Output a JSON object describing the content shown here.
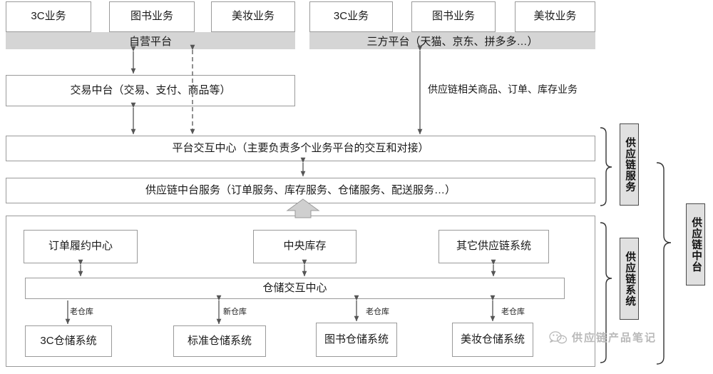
{
  "diagram": {
    "title": "供应链中台架构图",
    "colors": {
      "box_border": "#9a9a9a",
      "gray_bar": "#d5d5d5",
      "vertical_label_fill": "#e0e0e0",
      "vertical_label_border": "#4a4a4a",
      "arrow": "#555555",
      "block_arrow_fill": "#cfcfcf",
      "watermark": "#b9b9b9",
      "text": "#1a1a1a"
    }
  },
  "self_operated": {
    "businesses": [
      {
        "label": "3C业务"
      },
      {
        "label": "图书业务"
      },
      {
        "label": "美妆业务"
      }
    ],
    "platform_bar": "自营平台"
  },
  "third_party": {
    "businesses": [
      {
        "label": "3C业务"
      },
      {
        "label": "图书业务"
      },
      {
        "label": "美妆业务"
      }
    ],
    "platform_bar": "三方平台（天猫、京东、拼多多…）"
  },
  "middle": {
    "trade_center": "交易中台（交易、支付、商品等）",
    "platform_interaction_center": "平台交互中心（主要负责多个业务平台的交互和对接）",
    "supply_chain_middle_service": "供应链中台服务（订单服务、库存服务、仓储服务、配送服务…）",
    "right_annotation": "供应链相关商品、订单、库存业务"
  },
  "systems_panel": {
    "top_systems": [
      {
        "label": "订单履约中心"
      },
      {
        "label": "中央库存"
      },
      {
        "label": "其它供应链系统"
      }
    ],
    "warehouse_interaction_center": "仓储交互中心",
    "warehouse_systems": [
      {
        "label": "3C仓储系统",
        "edge_label": "老仓库"
      },
      {
        "label": "标准仓储系统",
        "edge_label": "新仓库"
      },
      {
        "label": "图书仓储系统",
        "edge_label": "老仓库"
      },
      {
        "label": "美妆仓储系统",
        "edge_label": "老仓库"
      }
    ]
  },
  "right_labels": {
    "supply_chain_service": "供应链服务",
    "supply_chain_system": "供应链系统",
    "supply_chain_middle_platform": "供应链中台"
  },
  "watermark": {
    "text": "供应链产品笔记",
    "icon": "wechat-icon"
  }
}
